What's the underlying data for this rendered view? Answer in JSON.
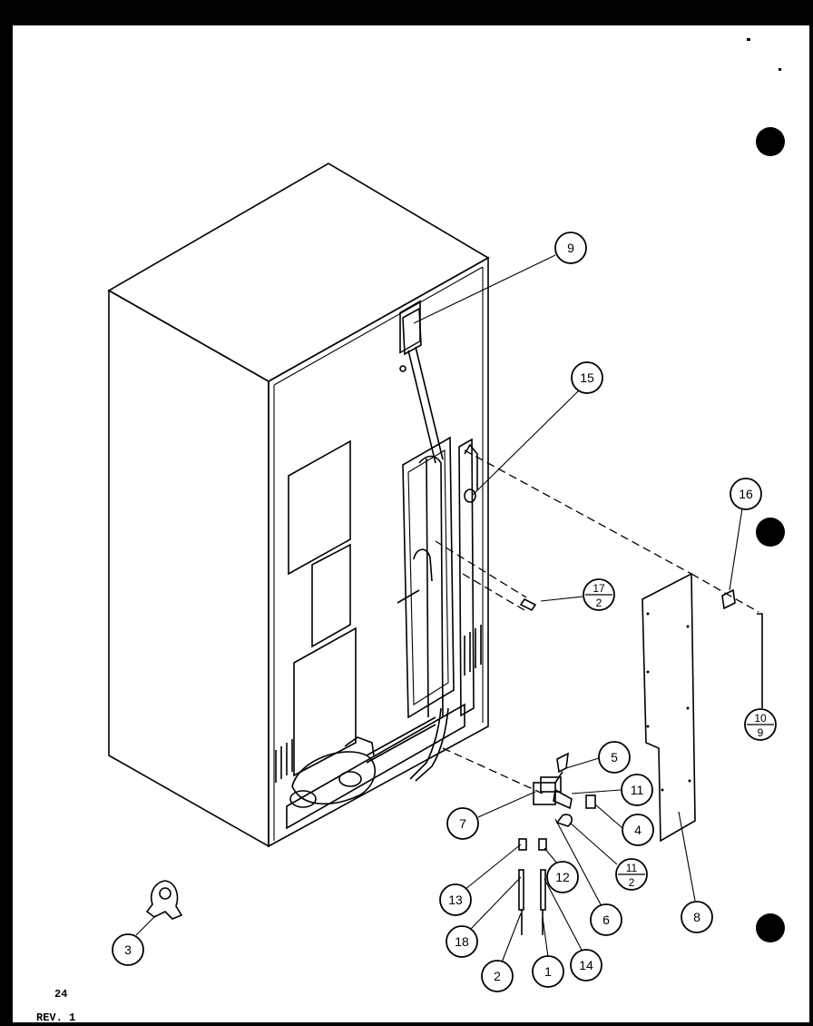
{
  "footer": {
    "page_number": "24",
    "revision": "REV. 1"
  },
  "callouts": {
    "c1": "1",
    "c2": "2",
    "c3": "3",
    "c4": "4",
    "c5": "5",
    "c6": "6",
    "c7": "7",
    "c8": "8",
    "c9": "9",
    "c11": "11",
    "c12": "12",
    "c13": "13",
    "c14": "14",
    "c15": "15",
    "c16": "16",
    "c18": "18"
  },
  "fractions": {
    "f17": {
      "top": "17",
      "bottom": "2"
    },
    "f10": {
      "top": "10",
      "bottom": "9"
    },
    "f11": {
      "top": "11",
      "bottom": "2"
    }
  }
}
